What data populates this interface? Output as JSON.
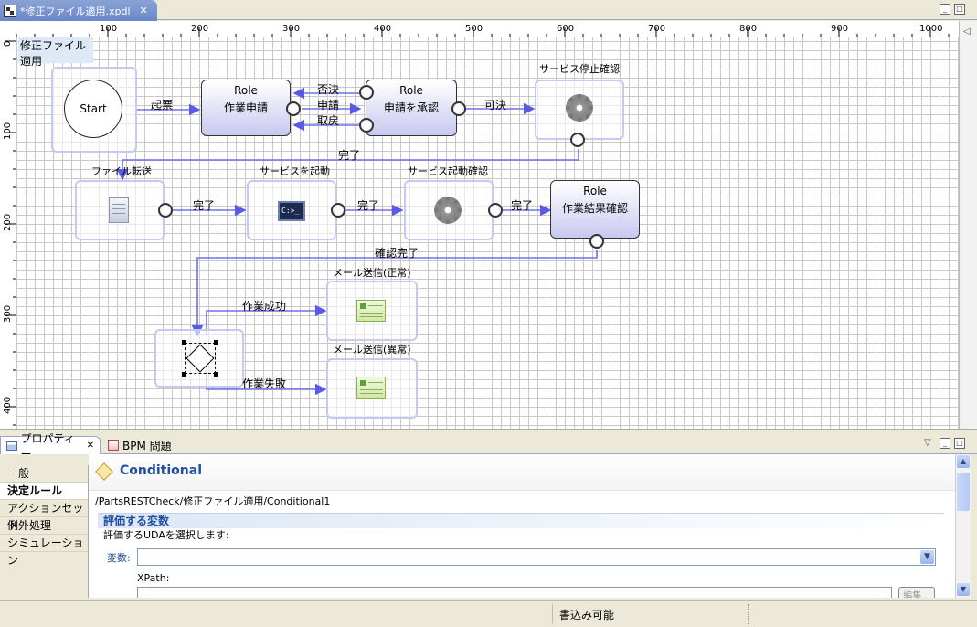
{
  "editor": {
    "tab_title": "*修正ファイル適用.xpdl",
    "tab_close": "✕",
    "minimize": "_",
    "maximize": "□"
  },
  "ruler": {
    "top_ticks": [
      "100",
      "200",
      "300",
      "400",
      "500",
      "600",
      "700",
      "800",
      "900",
      "1000"
    ],
    "left_ticks": [
      "100",
      "200",
      "300",
      "400"
    ],
    "left_zero": "0"
  },
  "diagram": {
    "title": "修正ファイル適用",
    "start_label": "Start",
    "nodes": {
      "apply": {
        "role": "Role",
        "name": "作業申請"
      },
      "approve": {
        "role": "Role",
        "name": "申請を承認"
      },
      "confirm_result": {
        "role": "Role",
        "name": "作業結果確認"
      },
      "stop_check": "サービス停止確認",
      "file_transfer": "ファイル転送",
      "start_service": "サービスを起動",
      "start_check": "サービス起動確認",
      "mail_ok": "メール送信(正常)",
      "mail_ng": "メール送信(異常)"
    },
    "edges": {
      "kiyo": "起票",
      "hiketsu": "否決",
      "shinsei": "申請",
      "torisage": "取戻",
      "kaketsu": "可決",
      "kanryo1": "完了",
      "kanryo2": "完了",
      "kanryo3": "完了",
      "kanryo4": "完了",
      "kakunin_kanryo": "確認完了",
      "seiko": "作業成功",
      "shippai": "作業失敗"
    },
    "terminal_text": "C:>_"
  },
  "props_panel": {
    "tab_properties": "プロパティー",
    "tab_bpm": "BPM 問題",
    "tab_close": "✕",
    "nav": [
      {
        "label": "一般",
        "active": false
      },
      {
        "label": "決定ルール",
        "active": true
      },
      {
        "label": "アクションセット",
        "active": false
      },
      {
        "label": "例外処理",
        "active": false
      },
      {
        "label": "シミュレーション",
        "active": false
      }
    ],
    "title": "Conditional",
    "path": "/PartsRESTCheck/修正ファイル適用/Conditional1",
    "section_title": "評価する変数",
    "section_desc": "評価するUDAを選択します:",
    "variable_label": "変数:",
    "variable_value": "",
    "xpath_label": "XPath:",
    "xpath_value": "",
    "edit_button": "編集..."
  },
  "status": {
    "writable": "書込み可能"
  }
}
